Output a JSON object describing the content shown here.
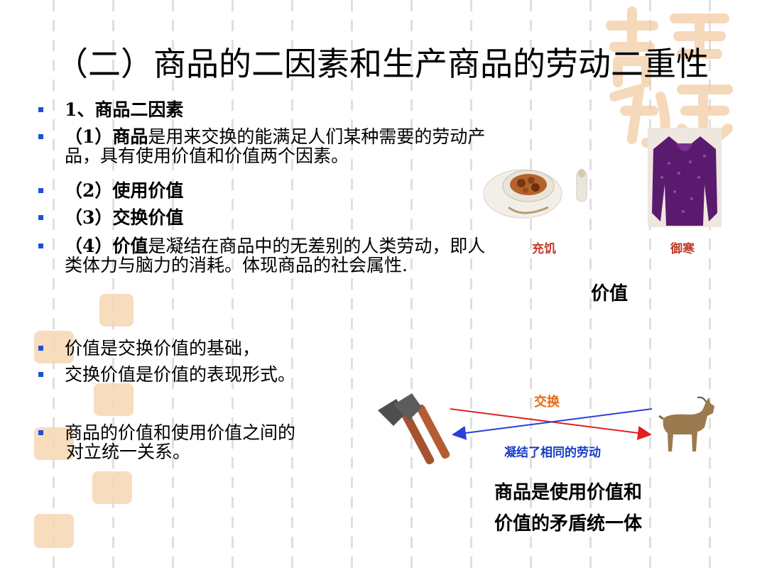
{
  "title": "（二）商品的二因素和生产商品的劳动二重性",
  "bullets": {
    "b1": "1、商品二因素",
    "b2_bold": "（1）商品",
    "b2_rest": "是用来交换的能满足人们某种需要的劳动产品，具有使用价值和价值两个因素。",
    "b3": "（2）使用价值",
    "b4": "（3）交换价值",
    "b5_bold": "（4）价值",
    "b5_rest": "是凝结在商品中的无差别的人类劳动，即人类体力与脑力的消耗。体现商品的社会属性.",
    "b6": "价值是交换价值的基础，",
    "b7": "交换价值是价值的表现形式。",
    "b8_line1": "商品的价值和使用价值之间的",
    "b8_line2": "对立统一关系。"
  },
  "images": {
    "food_caption": "充饥",
    "coat_caption": "御寒",
    "value_label": "价值"
  },
  "exchange": {
    "top_label": "交换",
    "bottom_label": "凝结了相同的劳动"
  },
  "conclusion": {
    "line1": "商品是使用价值和",
    "line2": "价值的矛盾统一体"
  },
  "colors": {
    "bullet": "#1e4fd6",
    "seal": "#f6d6b2",
    "arrow_red": "#e02020",
    "arrow_blue": "#2b3fd6"
  }
}
